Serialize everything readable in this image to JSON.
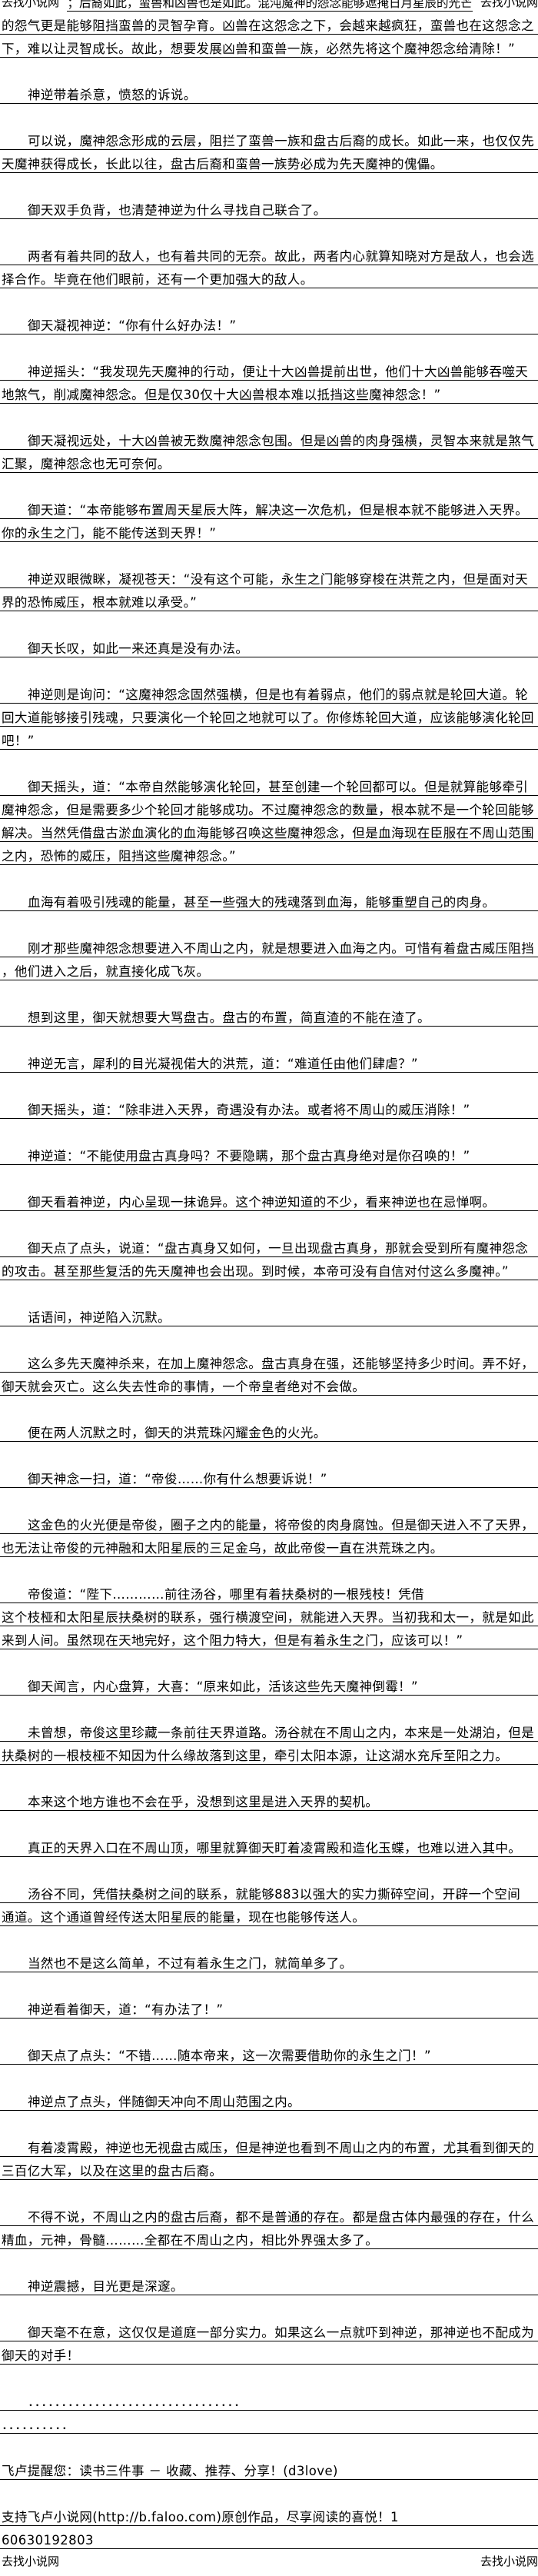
{
  "watermark": "去找小说网",
  "first_line": "；后裔如此，蛮兽和凶兽也是如此。混沌魔神的怨念能够遮掩日月星辰的光芒",
  "paragraphs": [
    {
      "indent": false,
      "lines": [
        "的怨气更是能够阻挡蛮兽的灵智孕育。凶兽在这怨念之下，会越来越疯狂，蛮兽也在这怨念之",
        "下，难以让灵智成长。故此，想要发展凶兽和蛮兽一族，必然先将这个魔神怨念给清除！”"
      ]
    },
    {
      "lines": [
        "神逆带着杀意，愤怒的诉说。"
      ]
    },
    {
      "lines": [
        "可以说，魔神怨念形成的云层，阻拦了蛮兽一族和盘古后裔的成长。如此一来，也仅仅先",
        "天魔神获得成长，长此以往，盘古后裔和蛮兽一族势必成为先天魔神的傀儡。"
      ]
    },
    {
      "lines": [
        "御天双手负背，也清楚神逆为什么寻找自己联合了。"
      ]
    },
    {
      "lines": [
        "两者有着共同的敌人，也有着共同的无奈。故此，两者内心就算知晓对方是敌人，也会选",
        "择合作。毕竟在他们眼前，还有一个更加强大的敌人。"
      ]
    },
    {
      "lines": [
        "御天凝视神逆：“你有什么好办法！”"
      ]
    },
    {
      "lines": [
        "神逆摇头：“我发现先天魔神的行动，便让十大凶兽提前出世，他们十大凶兽能够吞噬天",
        "地煞气，削减魔神怨念。但是仅30仅十大凶兽根本难以抵挡这些魔神怨念！”"
      ]
    },
    {
      "lines": [
        "御天凝视远处，十大凶兽被无数魔神怨念包围。但是凶兽的肉身强横，灵智本来就是煞气",
        "汇聚，魔神怨念也无可奈何。"
      ]
    },
    {
      "lines": [
        "御天道：“本帝能够布置周天星辰大阵，解决这一次危机，但是根本就不能够进入天界。",
        "你的永生之门，能不能传送到天界！”"
      ]
    },
    {
      "lines": [
        "神逆双眼微眯，凝视苍天：“没有这个可能，永生之门能够穿梭在洪荒之内，但是面对天",
        "界的恐怖威压，根本就难以承受。”"
      ]
    },
    {
      "lines": [
        "御天长叹，如此一来还真是没有办法。"
      ]
    },
    {
      "lines": [
        "神逆则是询问：“这魔神怨念固然强横，但是也有着弱点，他们的弱点就是轮回大道。轮",
        "回大道能够接引残魂，只要演化一个轮回之地就可以了。你修炼轮回大道，应该能够演化轮回",
        "吧！”"
      ]
    },
    {
      "lines": [
        "御天摇头，道：“本帝自然能够演化轮回，甚至创建一个轮回都可以。但是就算能够牵引",
        "魔神怨念，但是需要多少个轮回才能够成功。不过魔神怨念的数量，根本就不是一个轮回能够",
        "解决。当然凭借盘古淤血演化的血海能够召唤这些魔神怨念，但是血海现在臣服在不周山范围",
        "之内，恐怖的威压，阻挡这些魔神怨念。”"
      ]
    },
    {
      "lines": [
        "血海有着吸引残魂的能量，甚至一些强大的残魂落到血海，能够重塑自己的肉身。"
      ]
    },
    {
      "lines": [
        "刚才那些魔神怨念想要进入不周山之内，就是想要进入血海之内。可惜有着盘古威压阻挡",
        "，他们进入之后，就直接化成飞灰。"
      ]
    },
    {
      "lines": [
        "想到这里，御天就想要大骂盘古。盘古的布置，简直渣的不能在渣了。"
      ]
    },
    {
      "lines": [
        "神逆无言，犀利的目光凝视偌大的洪荒，道：“难道任由他们肆虐？”"
      ]
    },
    {
      "lines": [
        "御天摇头，道：“除非进入天界，奇遇没有办法。或者将不周山的威压消除！”"
      ]
    },
    {
      "lines": [
        "神逆道：“不能使用盘古真身吗？不要隐瞒，那个盘古真身绝对是你召唤的！”"
      ]
    },
    {
      "lines": [
        "御天看着神逆，内心呈现一抹诡异。这个神逆知道的不少，看来神逆也在忌惮啊。"
      ]
    },
    {
      "lines": [
        "御天点了点头，说道：“盘古真身又如何，一旦出现盘古真身，那就会受到所有魔神怨念",
        "的攻击。甚至那些复活的先天魔神也会出现。到时候，本帝可没有自信对付这么多魔神。”"
      ]
    },
    {
      "lines": [
        "话语间，神逆陷入沉默。"
      ]
    },
    {
      "lines": [
        "这么多先天魔神杀来，在加上魔神怨念。盘古真身在强，还能够坚持多少时间。弄不好，",
        "御天就会灭亡。这么失去性命的事情，一个帝皇者绝对不会做。"
      ]
    },
    {
      "lines": [
        "便在两人沉默之时，御天的洪荒珠闪耀金色的火光。"
      ]
    },
    {
      "lines": [
        "御天神念一扫，道：“帝俊……你有什么想要诉说！”"
      ]
    },
    {
      "lines": [
        "这金色的火光便是帝俊，圈子之内的能量，将帝俊的肉身腐蚀。但是御天进入不了天界，",
        "也无法让帝俊的元神融和太阳星辰的三足金乌，故此帝俊一直在洪荒珠之内。"
      ]
    },
    {
      "lines": [
        "帝俊道：“陛下…………前往汤谷，哪里有着扶桑树的一根残枝！凭借",
        "这个枝桠和太阳星辰扶桑树的联系，强行横渡空间，就能进入天界。当初我和太一，就是如此",
        "来到人间。虽然现在天地完好，这个阻力特大，但是有着永生之门，应该可以！”"
      ]
    },
    {
      "lines": [
        "御天闻言，内心盘算，大喜：“原来如此，活该这些先天魔神倒霉！”"
      ]
    },
    {
      "lines": [
        "未曾想，帝俊这里珍藏一条前往天界道路。汤谷就在不周山之内，本来是一处湖泊，但是",
        "扶桑树的一根枝桠不知因为什么缘故落到这里，牵引太阳本源，让这湖水充斥至阳之力。"
      ]
    },
    {
      "lines": [
        "本来这个地方谁也不会在乎，没想到这里是进入天界的契机。"
      ]
    },
    {
      "lines": [
        "真正的天界入口在不周山顶，哪里就算御天盯着凌霄殿和造化玉蝶，也难以进入其中。"
      ]
    },
    {
      "lines": [
        "汤谷不同，凭借扶桑树之间的联系，就能够883以强大的实力撕碎空间，开辟一个空间",
        "通道。这个通道曾经传送太阳星辰的能量，现在也能够传送人。"
      ]
    },
    {
      "lines": [
        "当然也不是这么简单，不过有着永生之门，就简单多了。"
      ]
    },
    {
      "lines": [
        "神逆看着御天，道：“有办法了！”"
      ]
    },
    {
      "lines": [
        "御天点了点头：“不错……随本帝来，这一次需要借助你的永生之门！”"
      ]
    },
    {
      "lines": [
        "神逆点了点头，伴随御天冲向不周山范围之内。"
      ]
    },
    {
      "lines": [
        "有着凌霄殿，神逆也无视盘古威压，但是神逆也看到不周山之内的布置，尤其看到御天的",
        "三百亿大军，以及在这里的盘古后裔。"
      ]
    },
    {
      "lines": [
        "不得不说，不周山之内的盘古后裔，都不是普通的存在。都是盘古体内最强的存在，什么",
        "精血，元神，骨髓………全都在不周山之内，相比外界强太多了。"
      ]
    },
    {
      "lines": [
        "神逆震撼，目光更是深邃。"
      ]
    },
    {
      "lines": [
        "御天毫不在意，这仅仅是道庭一部分实力。如果这么一点就吓到神逆，那神逆也不配成为",
        "御天的对手！"
      ]
    },
    {
      "lines": [
        "．．．．．．．．．．．．．．．．．．．．．．．．．．．．．．．．",
        "．．．．．．．．．．"
      ]
    },
    {
      "indent": false,
      "lines": [
        "飞卢提醒您：读书三件事 － 收藏、推荐、分享！(d3love)"
      ]
    },
    {
      "indent": false,
      "lines": [
        "支持飞卢小说网(http://b.faloo.com)原创作品，尽享阅读的喜悦！1",
        "60630192803"
      ]
    }
  ]
}
